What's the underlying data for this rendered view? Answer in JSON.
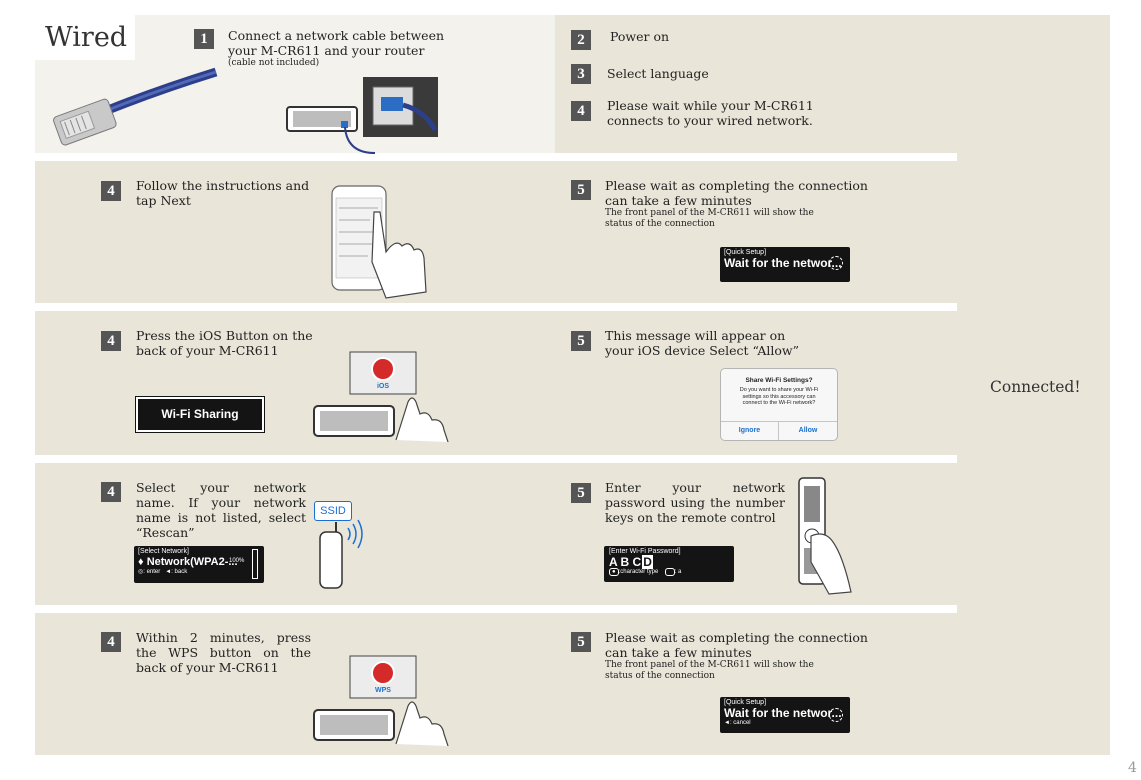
{
  "wired": {
    "title": "Wired",
    "step1": {
      "num": "1",
      "text": "Connect a network cable between your M-CR611 and your router",
      "note": "(cable not included)"
    },
    "step2": {
      "num": "2",
      "text": "Power on"
    },
    "step3": {
      "num": "3",
      "text": "Select language"
    },
    "step4": {
      "num": "4",
      "text": "Please wait while your M-CR611 connects to your wired network."
    }
  },
  "row2": {
    "left": {
      "num": "4",
      "text": "Follow the instructions and tap Next"
    },
    "right": {
      "num": "5",
      "text": "Please wait as completing the connection can take a few minutes",
      "note": "The front panel of the M-CR611 will show the status of the connection"
    },
    "lcd": {
      "header": "[Quick Setup]",
      "main": "Wait for the networ..."
    }
  },
  "row3": {
    "left": {
      "num": "4",
      "text": "Press the iOS Button on the back of your M-CR611"
    },
    "wifi_button": "Wi-Fi Sharing",
    "ios_label": "iOS",
    "right": {
      "num": "5",
      "text": "This message will appear on your iOS device Select “Allow”"
    },
    "dialog": {
      "title": "Share Wi-Fi Settings?",
      "body": "Do you want to share your Wi-Fi settings so this accessory can connect to the Wi-Fi network?",
      "ignore": "Ignore",
      "allow": "Allow"
    }
  },
  "connected": "Connected!",
  "row4": {
    "left": {
      "num": "4",
      "text": "Select your network name. If your network name is not listed, select “Rescan”"
    },
    "ssid": "SSID",
    "lcd": {
      "header": "[Select Network]",
      "main": "Network(WPA2-...",
      "percent": "100%",
      "enter": ": enter",
      "back": "◄: back"
    },
    "right": {
      "num": "5",
      "text": "Enter your network password using the number keys on the remote control"
    },
    "pw_lcd": {
      "header": "[Enter Wi-Fi Password]",
      "main": "A B C",
      "cursor": "D",
      "hint1": ":character type",
      "hint2": ": a"
    }
  },
  "row5": {
    "left": {
      "num": "4",
      "text": "Within 2 minutes, press the WPS button on the back of your M-CR611"
    },
    "wps_label": "WPS",
    "right": {
      "num": "5",
      "text": "Please wait as completing the connection can take a few minutes",
      "note": "The front panel of the M-CR611 will show the status of the connection"
    },
    "lcd": {
      "header": "[Quick Setup]",
      "main": "Wait for the networ...",
      "footer": "◄: cancel"
    }
  },
  "page_number": "4",
  "colors": {
    "band": "#e9e5d8",
    "step_box": "#555555",
    "lcd": "#141414",
    "ios_blue": "#1a6fd1",
    "red_button": "#d42a2a"
  }
}
